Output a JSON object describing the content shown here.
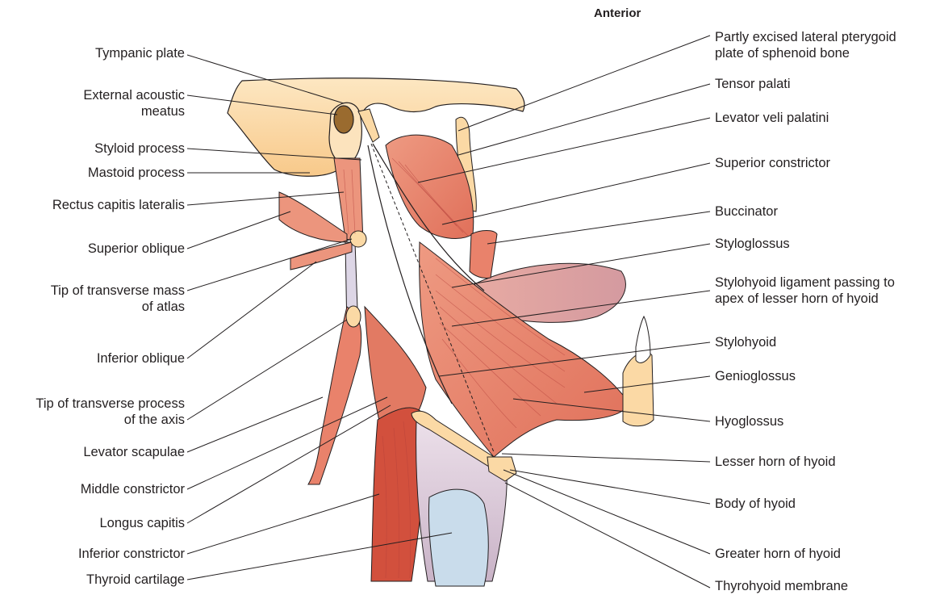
{
  "heading": "Anterior",
  "left_labels": [
    {
      "id": "tympanic-plate",
      "lines": [
        "Tympanic plate"
      ]
    },
    {
      "id": "external-acoustic-meatus",
      "lines": [
        "External acoustic",
        "meatus"
      ]
    },
    {
      "id": "styloid-process",
      "lines": [
        "Styloid process"
      ]
    },
    {
      "id": "mastoid-process",
      "lines": [
        "Mastoid process"
      ]
    },
    {
      "id": "rectus-capitis-lateralis",
      "lines": [
        "Rectus capitis lateralis"
      ]
    },
    {
      "id": "superior-oblique",
      "lines": [
        "Superior oblique"
      ]
    },
    {
      "id": "tip-transverse-mass-atlas",
      "lines": [
        "Tip of transverse mass",
        "of atlas"
      ]
    },
    {
      "id": "inferior-oblique",
      "lines": [
        "Inferior oblique"
      ]
    },
    {
      "id": "tip-transverse-process-axis",
      "lines": [
        "Tip of transverse process",
        "of the axis"
      ]
    },
    {
      "id": "levator-scapulae",
      "lines": [
        "Levator scapulae"
      ]
    },
    {
      "id": "middle-constrictor",
      "lines": [
        "Middle constrictor"
      ]
    },
    {
      "id": "longus-capitis",
      "lines": [
        "Longus capitis"
      ]
    },
    {
      "id": "inferior-constrictor",
      "lines": [
        "Inferior constrictor"
      ]
    },
    {
      "id": "thyroid-cartilage",
      "lines": [
        "Thyroid cartilage"
      ]
    }
  ],
  "right_labels": [
    {
      "id": "lateral-pterygoid-plate",
      "lines": [
        "Partly excised lateral pterygoid",
        "plate of sphenoid bone"
      ]
    },
    {
      "id": "tensor-palati",
      "lines": [
        "Tensor palati"
      ]
    },
    {
      "id": "levator-veli-palatini",
      "lines": [
        "Levator veli palatini"
      ]
    },
    {
      "id": "superior-constrictor",
      "lines": [
        "Superior constrictor"
      ]
    },
    {
      "id": "buccinator",
      "lines": [
        "Buccinator"
      ]
    },
    {
      "id": "styloglossus",
      "lines": [
        "Styloglossus"
      ]
    },
    {
      "id": "stylohyoid-ligament",
      "lines": [
        "Stylohyoid ligament passing to",
        "apex of lesser horn of hyoid"
      ]
    },
    {
      "id": "stylohyoid",
      "lines": [
        "Stylohyoid"
      ]
    },
    {
      "id": "genioglossus",
      "lines": [
        "Genioglossus"
      ]
    },
    {
      "id": "hyoglossus",
      "lines": [
        "Hyoglossus"
      ]
    },
    {
      "id": "lesser-horn-hyoid",
      "lines": [
        "Lesser horn of hyoid"
      ]
    },
    {
      "id": "body-hyoid",
      "lines": [
        "Body of hyoid"
      ]
    },
    {
      "id": "greater-horn-hyoid",
      "lines": [
        "Greater horn of hyoid"
      ]
    },
    {
      "id": "thyrohyoid-membrane",
      "lines": [
        "Thyrohyoid membrane"
      ]
    }
  ],
  "colors": {
    "bone": "#fbd9a5",
    "bone_outline": "#231f20",
    "muscle": "#e9826b",
    "muscle_dark": "#d2503d",
    "membrane": "#d8c6d6",
    "cartilage": "#c9dceb",
    "tongue": "#d7a2a6",
    "meatus": "#9a6b2f"
  }
}
